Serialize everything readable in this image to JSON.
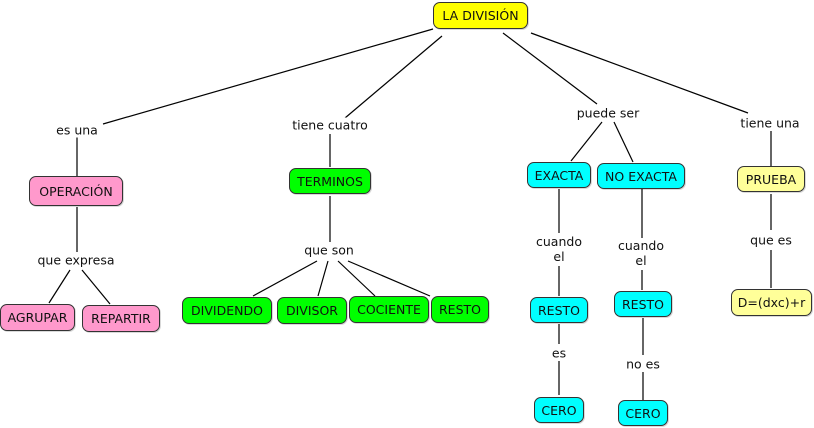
{
  "colors": {
    "root": "#ffff00",
    "operacion_branch": "#ff99cc",
    "terminos_branch": "#00ff00",
    "resto_branch": "#00ffff",
    "prueba_branch": "#ffff99"
  },
  "nodes": {
    "root": "LA DIVISIÓN",
    "operacion": "OPERACIÓN",
    "agrupar": "AGRUPAR",
    "repartir": "REPARTIR",
    "terminos": "TERMINOS",
    "dividendo": "DIVIDENDO",
    "divisor": "DIVISOR",
    "cociente": "COCIENTE",
    "resto": "RESTO",
    "exacta": "EXACTA",
    "no_exacta": "NO EXACTA",
    "resto_exacta": "RESTO",
    "resto_no_exacta": "RESTO",
    "cero_exacta": "CERO",
    "cero_no_exacta": "CERO",
    "prueba": "PRUEBA",
    "formula": "D=(dxc)+r"
  },
  "links": {
    "es_una": "es una",
    "que_expresa": "que expresa",
    "tiene_cuatro": "tiene cuatro",
    "que_son": "que son",
    "puede_ser": "puede ser",
    "cuando_el_1": "cuando\nel",
    "cuando_el_2": "cuando\nel",
    "es": "es",
    "no_es": "no es",
    "tiene_una": "tiene una",
    "que_es": "que es"
  }
}
